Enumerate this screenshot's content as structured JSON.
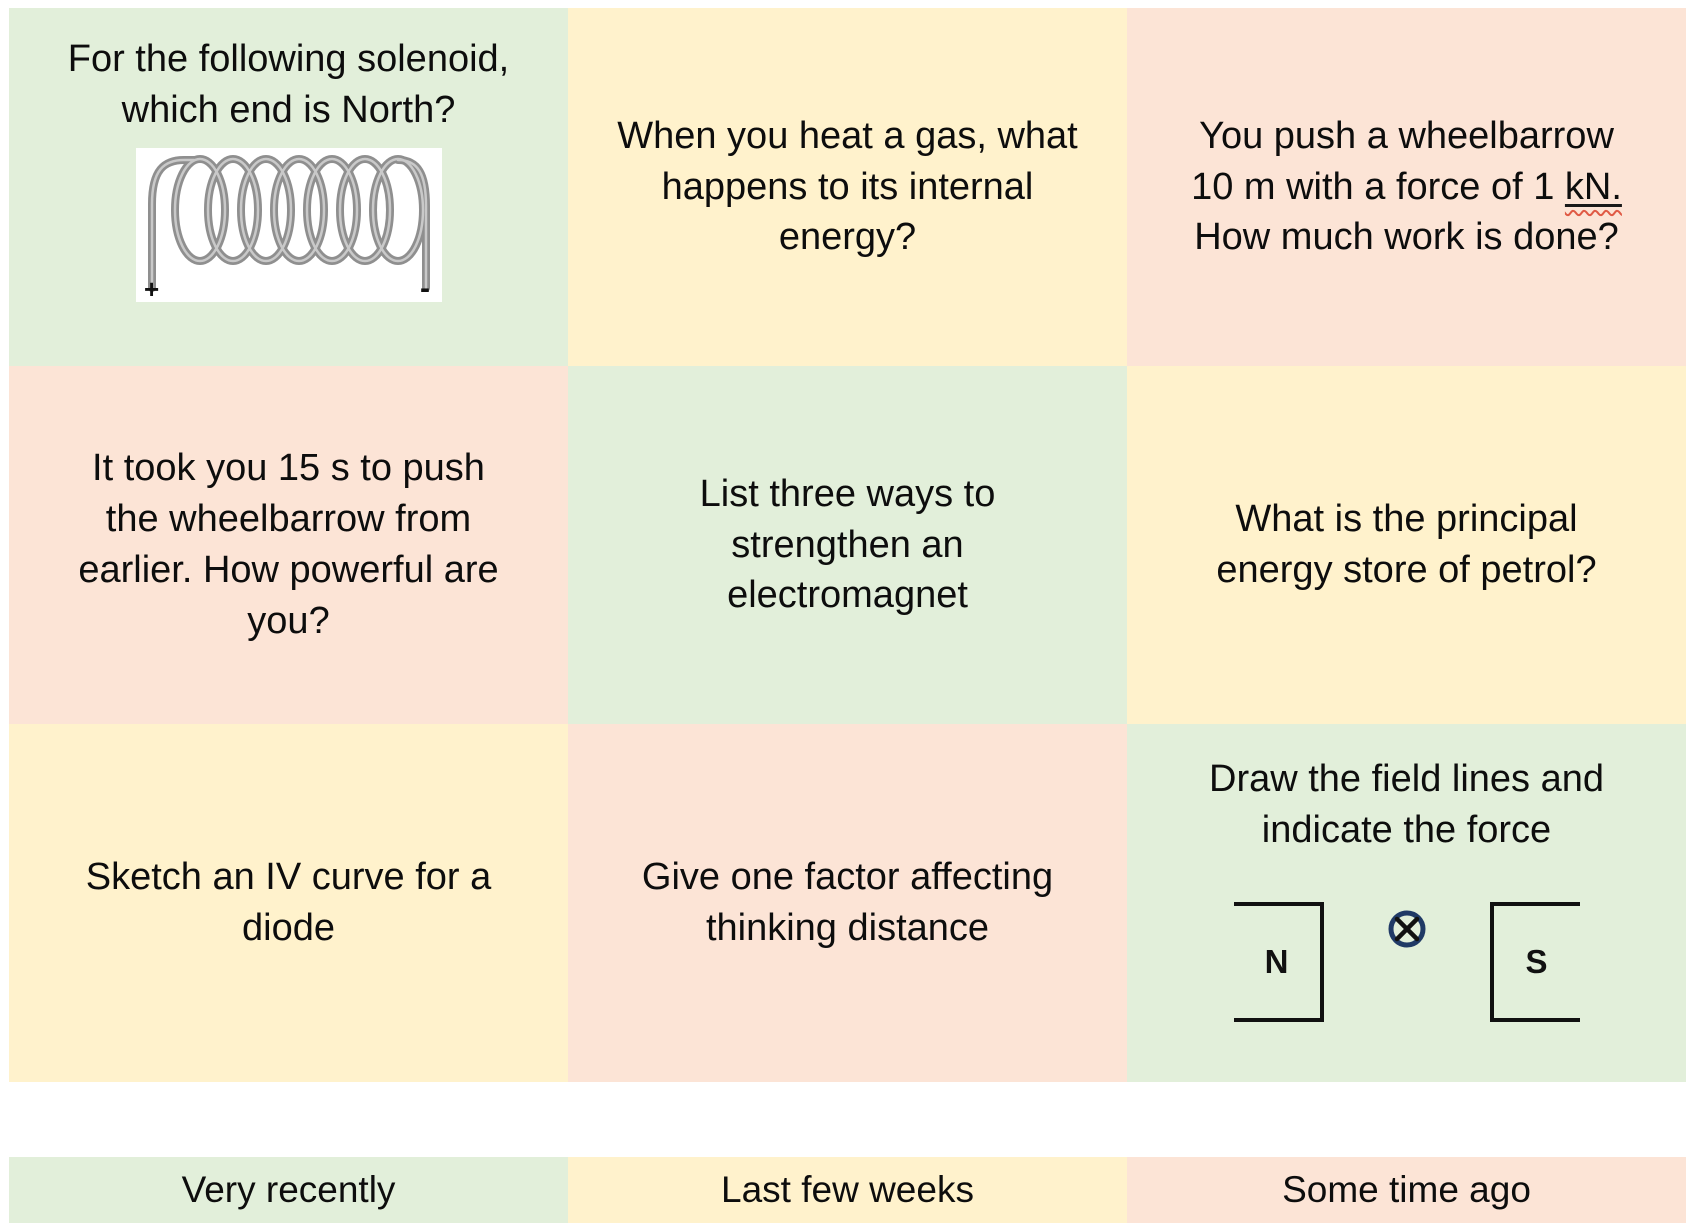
{
  "colors": {
    "card_green": "#E2EFDA",
    "card_yellow": "#FFF2CC",
    "card_pink": "#FCE4D6",
    "text": "#0D0D0D",
    "squiggle_red": "#E05A45",
    "into_page_circle_blue": "#203A66",
    "solenoid_wire_gray": "#8F8F8F"
  },
  "grid": {
    "cells": [
      {
        "id": "q1",
        "color": "green",
        "text": "For the following solenoid,\nwhich end is North?",
        "figure": {
          "type": "solenoid",
          "plus_label": "+",
          "minus_label": "-"
        }
      },
      {
        "id": "q2",
        "color": "yellow",
        "text": "When you heat a gas, what\nhappens to its internal\nenergy?"
      },
      {
        "id": "q3",
        "color": "pink",
        "text_before": "You push a wheelbarrow\n10 m with a force of 1 ",
        "text_unit": "kN.",
        "text_after": "\nHow much work is done?"
      },
      {
        "id": "q4",
        "color": "pink",
        "text": "It took you 15 s to push\nthe wheelbarrow from\nearlier. How powerful are\nyou?"
      },
      {
        "id": "q5",
        "color": "green",
        "text": "List three ways to\nstrengthen an\nelectromagnet"
      },
      {
        "id": "q6",
        "color": "yellow",
        "text": "What is the principal\nenergy store of petrol?"
      },
      {
        "id": "q7",
        "color": "yellow",
        "text": "Sketch an IV curve for a\ndiode"
      },
      {
        "id": "q8",
        "color": "pink",
        "text": "Give one factor affecting\nthinking distance"
      },
      {
        "id": "q9",
        "color": "green",
        "text": "Draw the field lines and\nindicate the force",
        "figure": {
          "type": "magnet-poles",
          "left_pole_label": "N",
          "right_pole_label": "S",
          "symbol": "current-into-page"
        }
      }
    ]
  },
  "legend": {
    "items": [
      {
        "label": "Very recently",
        "color": "green"
      },
      {
        "label": "Last few weeks",
        "color": "yellow"
      },
      {
        "label": "Some time ago",
        "color": "pink"
      }
    ]
  }
}
